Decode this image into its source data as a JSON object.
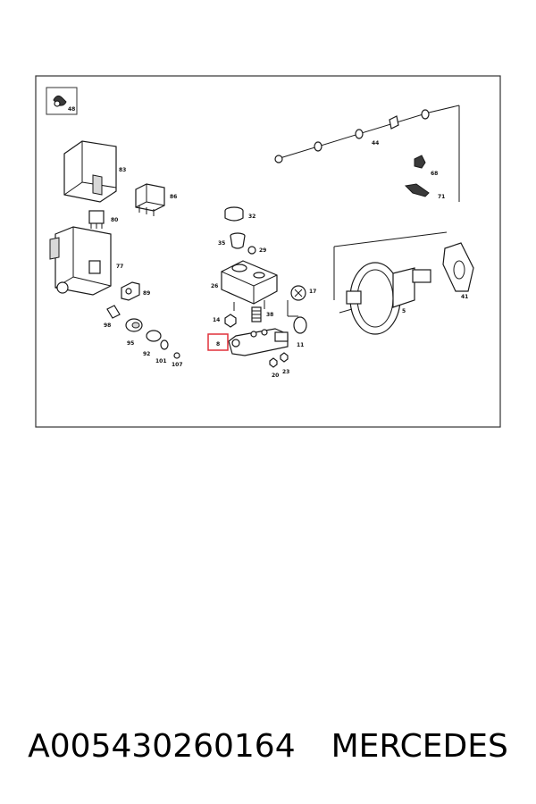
{
  "diagram": {
    "inset_label": "48",
    "highlight_label": "8",
    "labels": {
      "p83": "83",
      "p86": "86",
      "p80": "80",
      "p77": "77",
      "p89": "89",
      "p98": "98",
      "p95": "95",
      "p92": "92",
      "p101": "101",
      "p107": "107",
      "p32": "32",
      "p35": "35",
      "p29": "29",
      "p26": "26",
      "p14": "14",
      "p38": "38",
      "p17": "17",
      "p11": "11",
      "p20": "20",
      "p23": "23",
      "p44": "44",
      "p68": "68",
      "p71": "71",
      "p5": "5",
      "p41": "41"
    },
    "colors": {
      "highlight": "#e0303a",
      "frame": "#333333"
    }
  },
  "caption": {
    "part_number": "A005430260164",
    "brand": "MERCEDES"
  }
}
